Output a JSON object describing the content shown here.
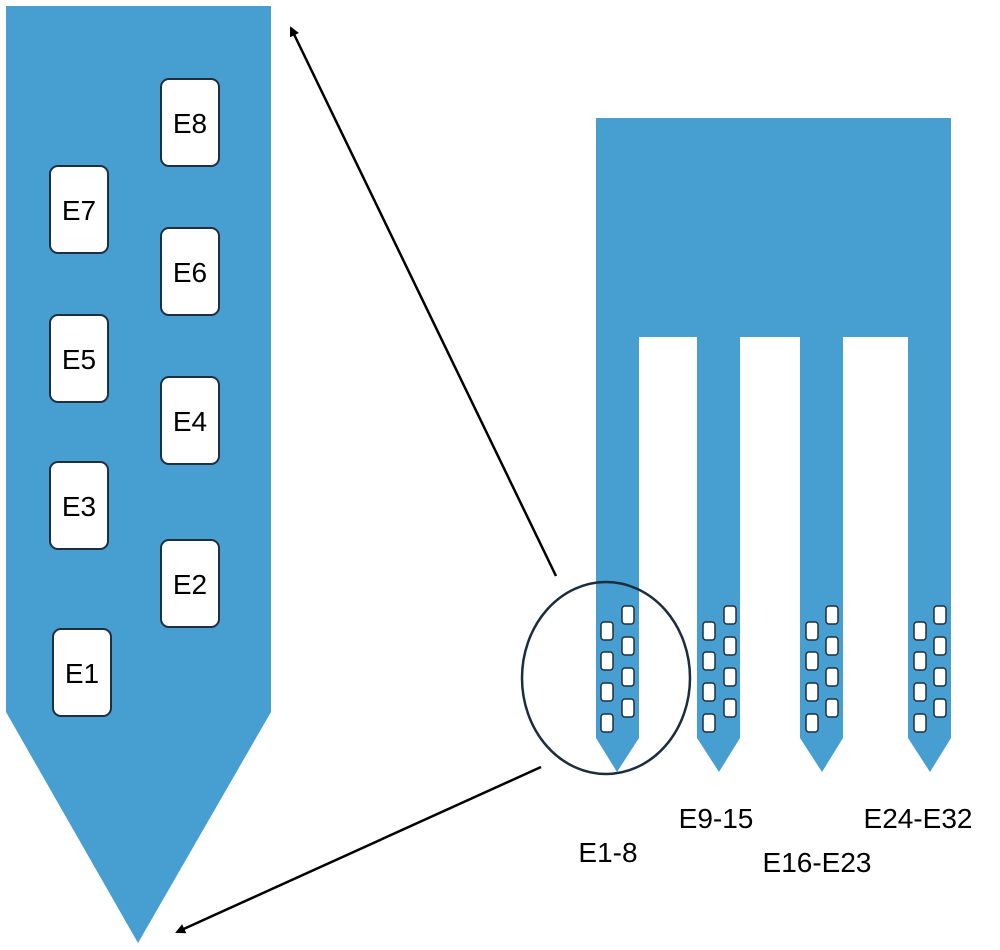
{
  "colors": {
    "probe": "#479ed1",
    "pad_fill": "#ffffff",
    "pad_stroke": "#1f2f3f",
    "arrow": "#000000",
    "background": "#ffffff"
  },
  "zoom_view": {
    "electrodes": [
      "E1",
      "E2",
      "E3",
      "E4",
      "E5",
      "E6",
      "E7",
      "E8"
    ]
  },
  "shanks": [
    {
      "label": "E1-8"
    },
    {
      "label": "E9-15"
    },
    {
      "label": "E16-E23"
    },
    {
      "label": "E24-E32"
    }
  ]
}
